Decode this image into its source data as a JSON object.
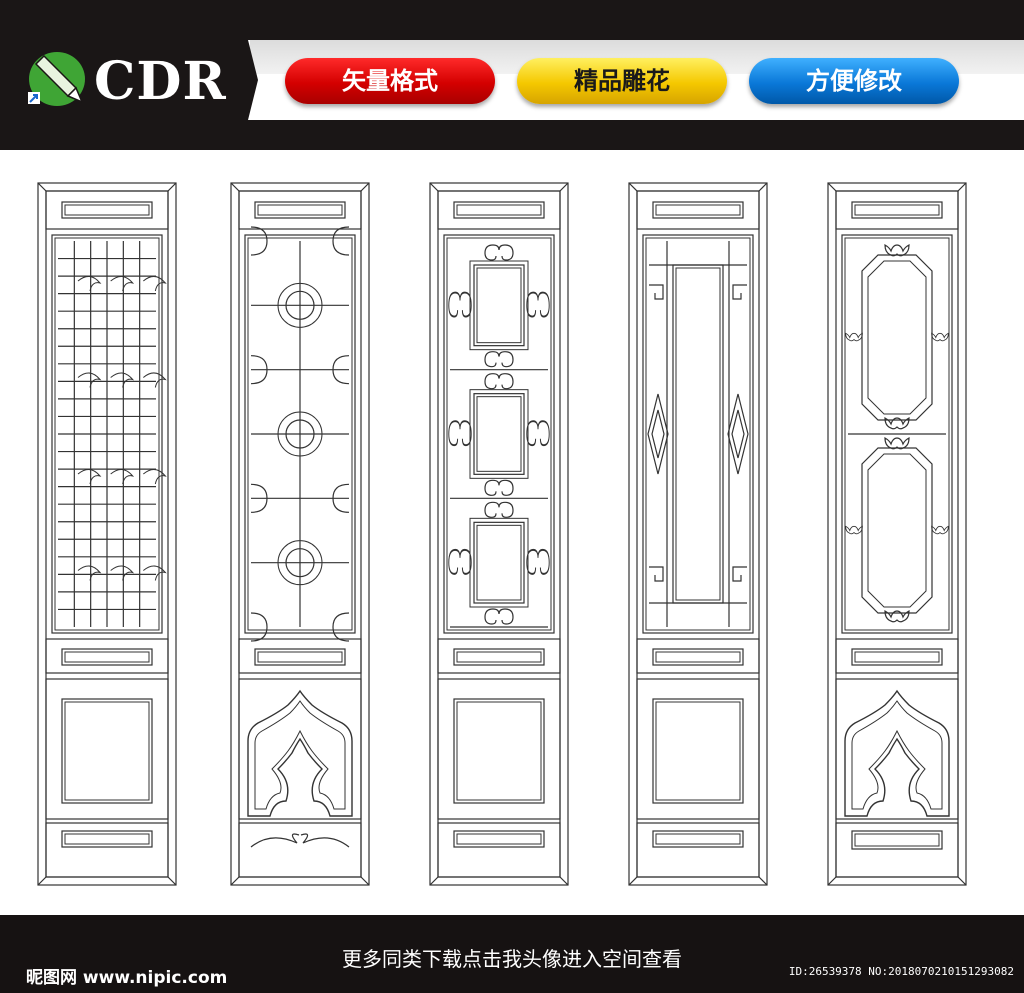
{
  "header": {
    "logo_text": "CDR",
    "badges": [
      {
        "label": "矢量格式",
        "color": "#d40000"
      },
      {
        "label": "精品雕花",
        "color": "#f5c800"
      },
      {
        "label": "方便修改",
        "color": "#0a78d8"
      }
    ]
  },
  "panels": [
    {
      "style": "lattice-grid"
    },
    {
      "style": "quatrefoil"
    },
    {
      "style": "ornate-frames"
    },
    {
      "style": "long-panel"
    },
    {
      "style": "octagon-frames"
    }
  ],
  "footer": {
    "slogan": "更多同类下载点击我头像进入空间查看",
    "brand": "昵图网 www.nipic.com",
    "id_text": "ID:26539378 NO:20180702101512930​82"
  },
  "colors": {
    "dark": "#1a1616",
    "line": "#333333",
    "logo_green": "#3fa535"
  }
}
